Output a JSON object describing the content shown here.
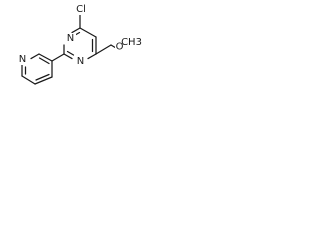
{
  "molecule": {
    "atoms": {
      "chlorine": "Cl",
      "nitrogen_ring_upper": "N",
      "nitrogen_ring_lower": "N",
      "nitrogen_pyridine": "N",
      "oxygen": "O",
      "methyl": "CH3"
    },
    "colors": {
      "stroke": "#1a1a1a",
      "background": "#ffffff"
    }
  }
}
